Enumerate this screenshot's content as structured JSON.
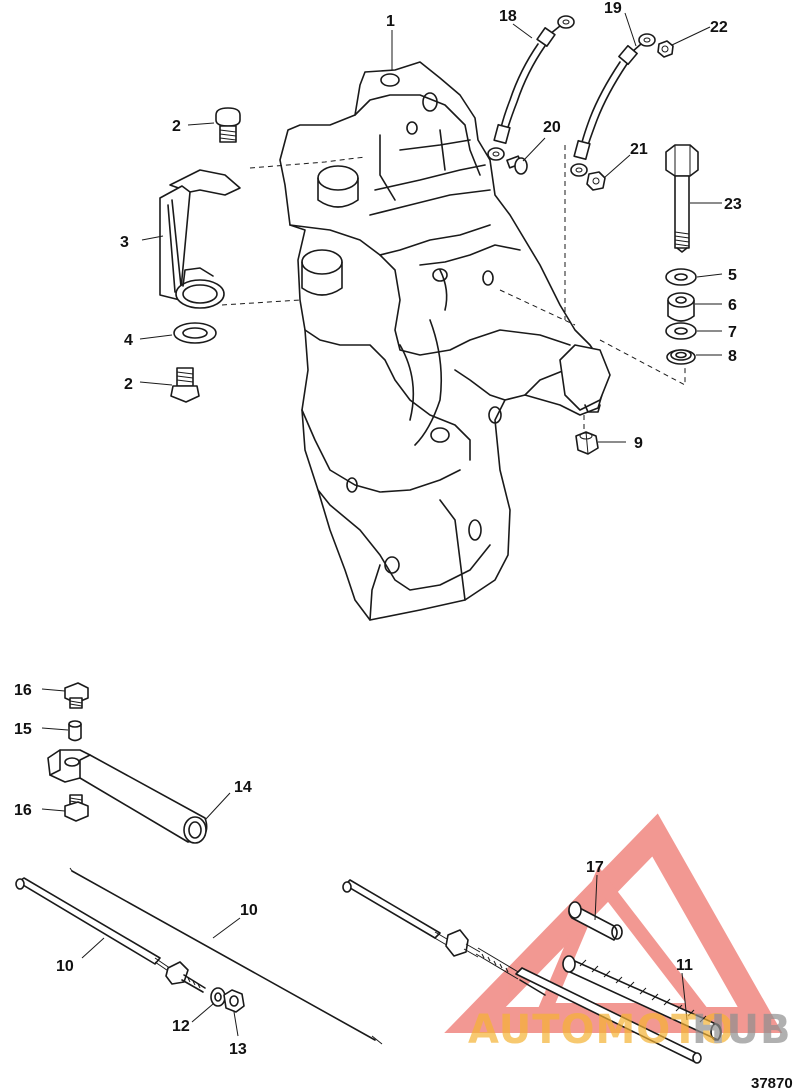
{
  "callouts": {
    "c1": "1",
    "c2a": "2",
    "c2b": "2",
    "c3": "3",
    "c4": "4",
    "c5": "5",
    "c6": "6",
    "c7": "7",
    "c8": "8",
    "c9": "9",
    "c10a": "10",
    "c10b": "10",
    "c11": "11",
    "c12": "12",
    "c13": "13",
    "c14": "14",
    "c15": "15",
    "c16a": "16",
    "c16b": "16",
    "c17": "17",
    "c18": "18",
    "c19": "19",
    "c20": "20",
    "c21": "21",
    "c22": "22",
    "c23": "23"
  },
  "reference_number": "37870",
  "watermark": {
    "text_part1": "AUTOMOTO",
    "text_part2": "HUB",
    "color_orange": "#f5b335",
    "color_red": "#e8443a",
    "color_gray": "#8f8f8f"
  },
  "icons": [
    "triangle-logo-icon"
  ]
}
